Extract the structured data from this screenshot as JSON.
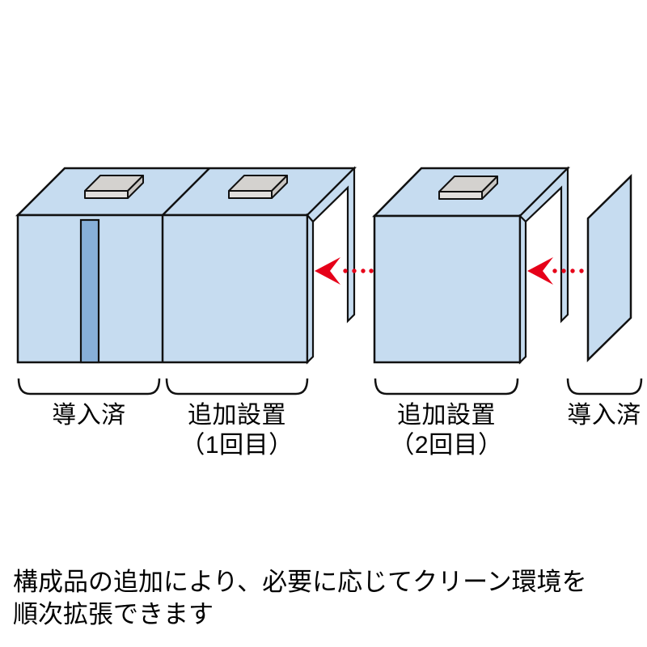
{
  "diagram": {
    "modules": [
      {
        "label": "導入済"
      },
      {
        "label": "追加設置",
        "sublabel": "（1回目）"
      },
      {
        "label": "追加設置",
        "sublabel": "（2回目）"
      },
      {
        "label": "導入済"
      }
    ],
    "caption": {
      "line1": "構成品の追加により、必要に応じてクリーン環境を",
      "line2": "順次拡張できます"
    },
    "colors": {
      "module_fill": "#c6dcf0",
      "door_fill": "#87afd8",
      "slab_top": "#d4d2cf",
      "slab_front": "#e2e0de",
      "slab_side": "#c9c6c3",
      "outline": "#111111",
      "arrow_red": "#e60019",
      "text": "#000000"
    }
  }
}
